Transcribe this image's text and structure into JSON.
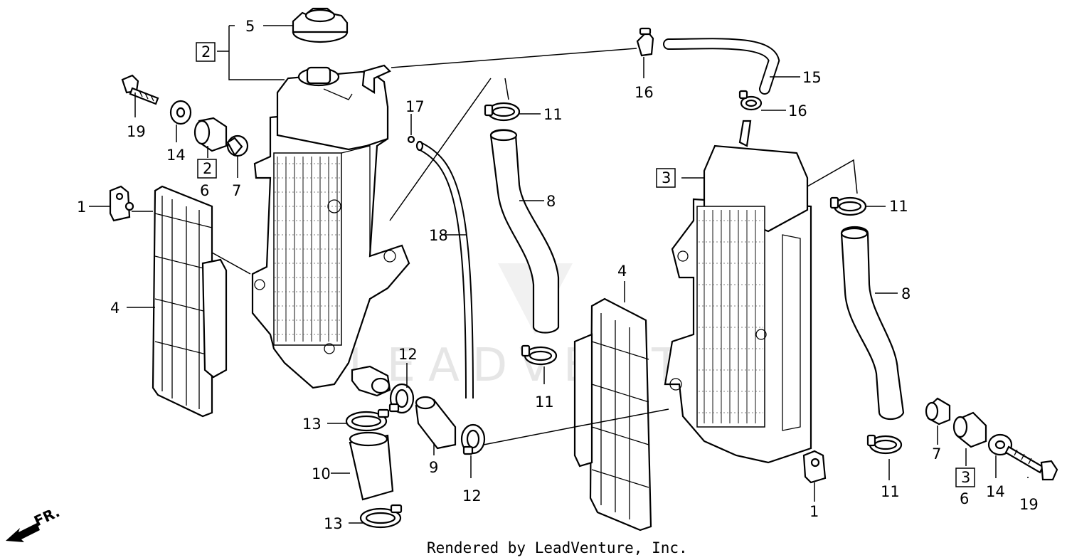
{
  "footer": "Rendered by LeadVenture, Inc.",
  "watermark": "LEADVENTURE",
  "direction_label": "FR.",
  "callouts": {
    "c1_left": "1",
    "c4_left": "4",
    "c5": "5",
    "c2_box": "2",
    "c19_left": "19",
    "c14_left": "14",
    "c2_box_b": "2",
    "c6_left": "6",
    "c7_left": "7",
    "c17": "17",
    "c18": "18",
    "c11_a": "11",
    "c8_left": "8",
    "c16_a": "16",
    "c15": "15",
    "c16_b": "16",
    "c12_a": "12",
    "c13_a": "13",
    "c10": "10",
    "c13_b": "13",
    "c9": "9",
    "c12_b": "12",
    "c11_b": "11",
    "c3_box": "3",
    "c11_c": "11",
    "c4_right": "4",
    "c8_right": "8",
    "c1_right": "1",
    "c11_d": "11",
    "c7_right": "7",
    "c3_box_b": "3",
    "c6_right": "6",
    "c14_right": "14",
    "c19_right": "19"
  }
}
